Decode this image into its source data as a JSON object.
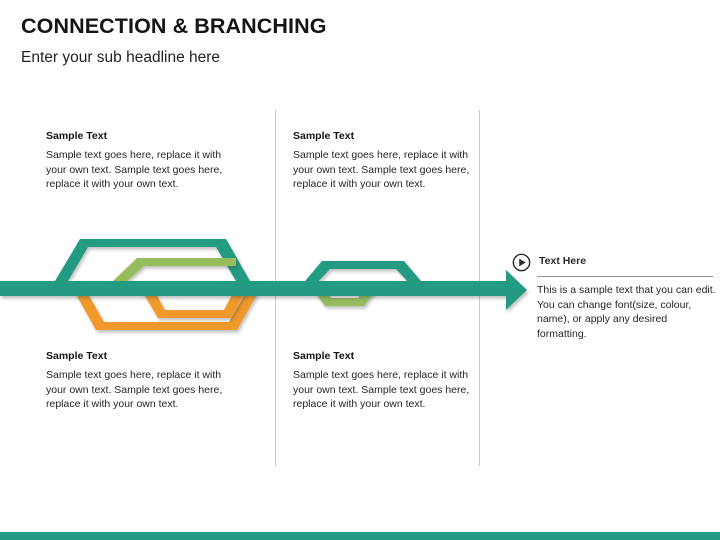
{
  "header": {
    "title": "CONNECTION & BRANCHING",
    "subtitle": "Enter your sub headline here"
  },
  "columns": [
    {
      "top": {
        "heading": "Sample Text",
        "body": "Sample text goes here, replace it with your own text. Sample text goes here, replace it with your own text."
      },
      "bottom": {
        "heading": "Sample Text",
        "body": "Sample text goes here, replace it with your own text. Sample text goes here, replace it with your own text."
      }
    },
    {
      "top": {
        "heading": "Sample Text",
        "body": "Sample text goes here, replace it with your own text. Sample text goes here, replace it with your own text."
      },
      "bottom": {
        "heading": "Sample Text",
        "body": "Sample text goes here, replace it with your own text. Sample text goes here, replace it with your own text."
      }
    }
  ],
  "side_panel": {
    "icon": "play-circle-icon",
    "title": "Text Here",
    "body": "This is a sample text that you can edit. You can change font(size, colour, name), or apply any desired formatting."
  },
  "diagram": {
    "description": "Horizontal teal arrow with branching trapezoid paths above and below",
    "arrow_label": "main-flow-arrow",
    "branch_groups": [
      {
        "name": "branch-group-1",
        "shapes": [
          "teal-trapezoid-outer-up",
          "green-trapezoid-inner-up",
          "orange-trapezoid-outer-down",
          "orange-trapezoid-inner-down"
        ]
      },
      {
        "name": "branch-group-2",
        "shapes": [
          "teal-trapezoid-up",
          "green-trapezoid-down"
        ]
      }
    ]
  },
  "colors": {
    "teal": "#219B82",
    "green": "#96BC5C",
    "orange": "#F0992C",
    "divider": "#c9c9c9",
    "rule": "#8b93a5",
    "text": "#262626",
    "heading": "#151515"
  }
}
